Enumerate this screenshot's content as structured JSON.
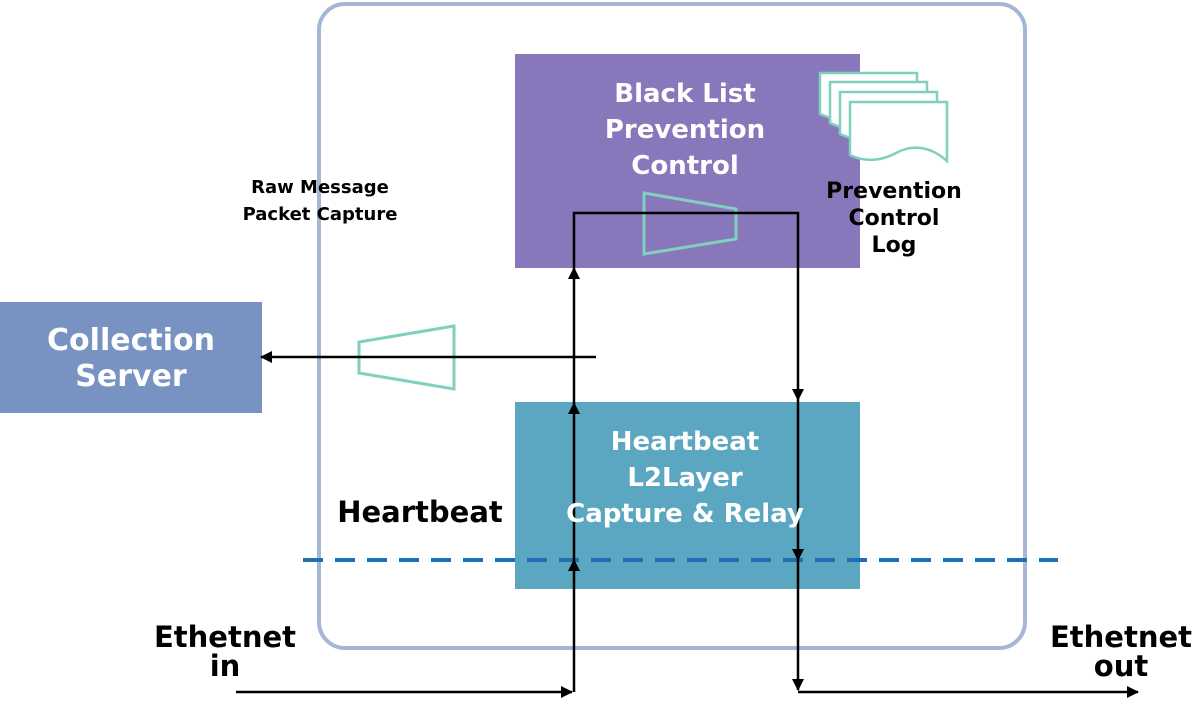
{
  "colors": {
    "container_border": "#a6b6d6",
    "blacklist_fill": "#8878bb",
    "heartbeat_fill": "#5ba6c0",
    "collection_fill": "#7892c2",
    "outline_shape": "#7fd0bf",
    "dashed_line": "#1f6fb5",
    "arrow": "#000000"
  },
  "blacklist_box": {
    "lines": [
      "Black List",
      "Prevention",
      "Control"
    ]
  },
  "log": {
    "icon": "document-stack-icon",
    "lines": [
      "Prevention",
      "Control",
      "Log"
    ]
  },
  "capture_label": {
    "lines": [
      "Raw Message",
      "Packet Capture"
    ]
  },
  "collection_server": {
    "lines": [
      "Collection",
      "Server"
    ]
  },
  "heartbeat_box": {
    "lines": [
      "Heartbeat",
      "L2Layer",
      "Capture & Relay"
    ]
  },
  "heartbeat_label": "Heartbeat",
  "eth_in": {
    "lines": [
      "Ethetnet",
      "in"
    ]
  },
  "eth_out": {
    "lines": [
      "Ethetnet",
      "out"
    ]
  }
}
